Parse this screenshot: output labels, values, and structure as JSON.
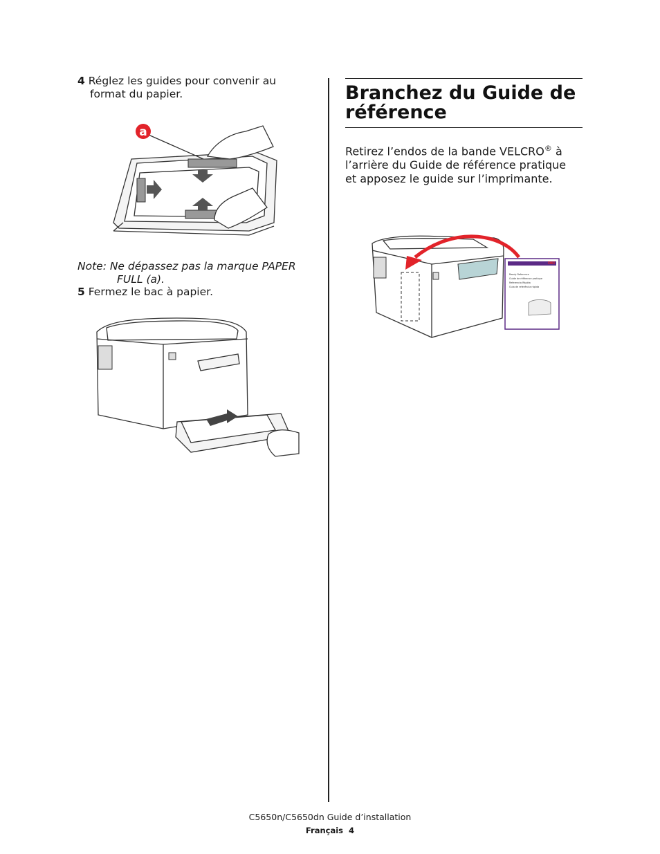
{
  "left": {
    "step4": {
      "num": "4",
      "text_l1": "Réglez les guides pour convenir au",
      "text_l2": "format du papier."
    },
    "figure1": {
      "callout": "a"
    },
    "note": {
      "l1": "Note: Ne dépassez pas la marque PAPER",
      "l2": "FULL (a)."
    },
    "step5": {
      "num": "5",
      "text": "Fermez le bac à papier."
    }
  },
  "right": {
    "heading_l1": "Branchez du Guide de",
    "heading_l2": "référence",
    "para": {
      "l1a": "Retirez l’endos de la bande VELCRO",
      "reg": "®",
      "l1b": " à",
      "l2": "l’arrière du Guide de référence pratique",
      "l3": "et apposez le guide sur l’imprimante."
    },
    "guide_booklet": {
      "brand": "OKI",
      "lines": [
        "Ready Reference",
        "Guide de référence pratique",
        "Referencia Rápida",
        "Guia de referência rápida"
      ]
    }
  },
  "footer": {
    "line1": "C5650n/C5650dn Guide d’installation",
    "lang": "Français",
    "page": "4"
  },
  "colors": {
    "accent_red": "#e2232a",
    "text": "#1a1a1a",
    "booklet_purple": "#5b2a86"
  }
}
